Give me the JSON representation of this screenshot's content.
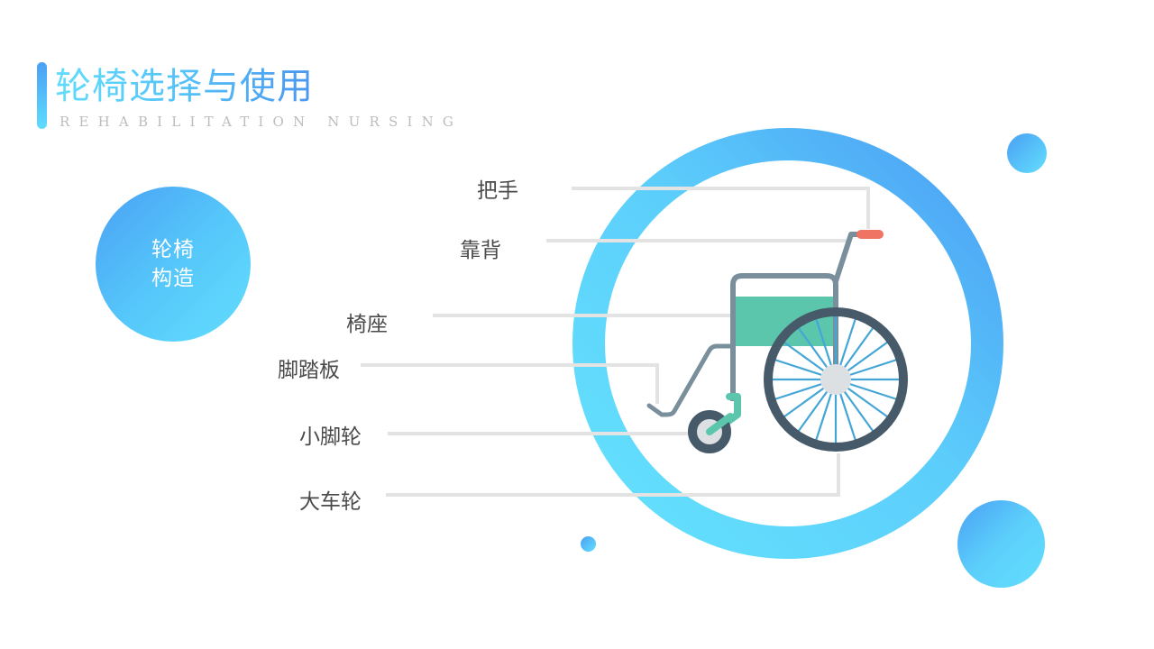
{
  "header": {
    "title": "轮椅选择与使用",
    "subtitle": "REHABILITATION NURSING"
  },
  "badge": {
    "line1": "轮椅",
    "line2": "构造"
  },
  "diagram": {
    "illustration": "wheelchair-icon",
    "labels": [
      {
        "id": "handle",
        "text": "把手"
      },
      {
        "id": "backrest",
        "text": "靠背"
      },
      {
        "id": "seat",
        "text": "椅座"
      },
      {
        "id": "footrest",
        "text": "脚踏板"
      },
      {
        "id": "caster",
        "text": "小脚轮"
      },
      {
        "id": "rear-wheel",
        "text": "大车轮"
      }
    ]
  },
  "colors": {
    "accent_blue": "#4aa0f4",
    "accent_cyan": "#62defd",
    "leader_line": "#e3e3e3",
    "frame": "#7a8f9c",
    "seat": "#5cc6ad",
    "grip": "#ef7464",
    "tire": "#465a6a",
    "hub": "#dde0e2",
    "spoke": "#44a6d6",
    "label_text": "#4a4a4a"
  }
}
